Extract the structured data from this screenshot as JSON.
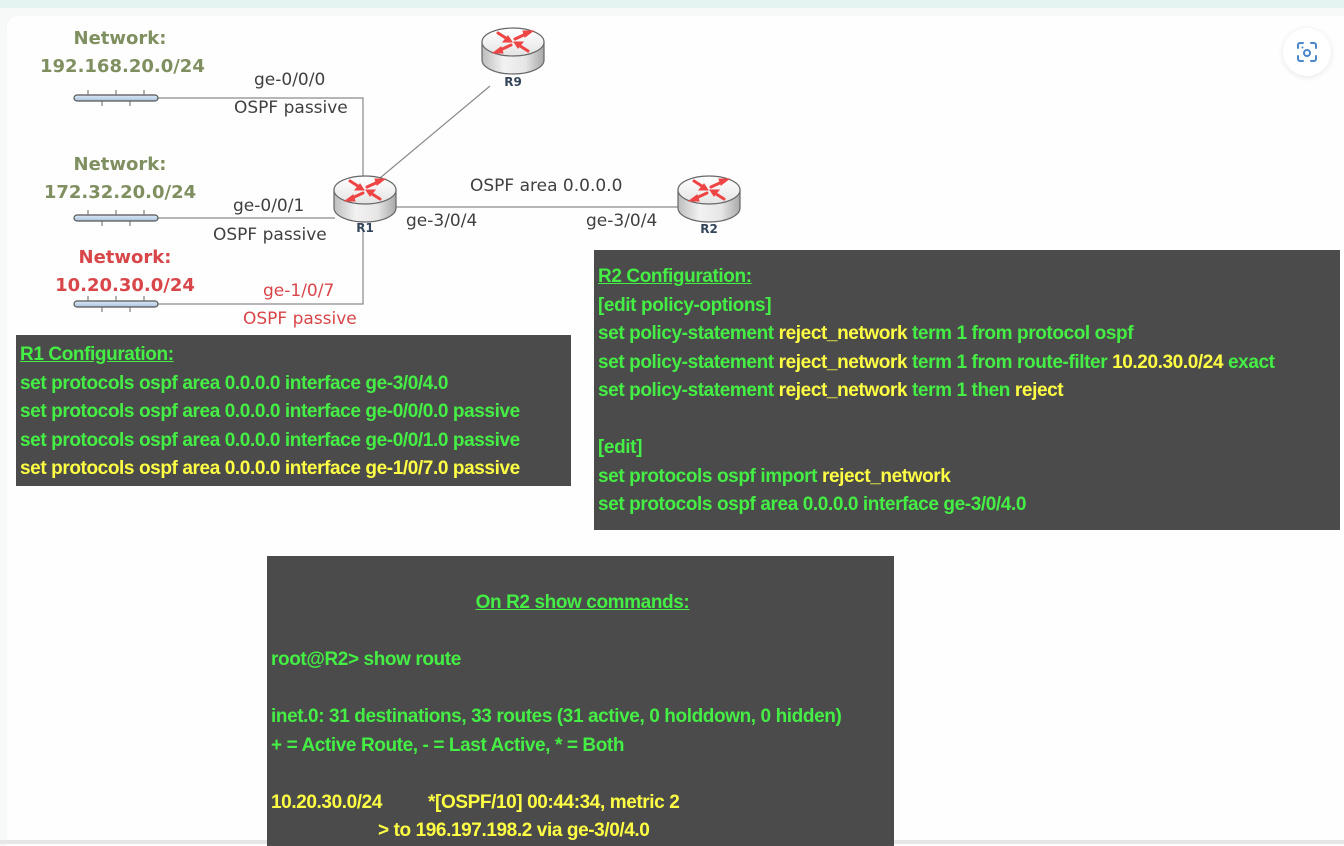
{
  "networks": [
    {
      "title": "Network:",
      "prefix": "192.168.20.0/24",
      "interface": "ge-0/0/0",
      "mode": "OSPF passive",
      "highlight": false
    },
    {
      "title": "Network:",
      "prefix": "172.32.20.0/24",
      "interface": "ge-0/0/1",
      "mode": "OSPF passive",
      "highlight": false
    },
    {
      "title": "Network:",
      "prefix": "10.20.30.0/24",
      "interface": "ge-1/0/7",
      "mode": "OSPF passive",
      "highlight": true
    }
  ],
  "routers": {
    "r1": "R1",
    "r2": "R2",
    "r9": "R9"
  },
  "link": {
    "area_label": "OSPF area 0.0.0.0",
    "r1_interface": "ge-3/0/4",
    "r2_interface": "ge-3/0/4"
  },
  "colors": {
    "network_text": "#7f8f5f",
    "highlight_red": "#d9464a",
    "console_bg": "#4b4b4b",
    "console_green": "#44ee44",
    "console_yellow": "#ffff44"
  },
  "r1_config": {
    "title": "R1 Configuration:",
    "lines": [
      "set protocols ospf area 0.0.0.0 interface ge-3/0/4.0",
      "set protocols ospf area 0.0.0.0 interface ge-0/0/0.0 passive",
      "set protocols ospf area 0.0.0.0 interface ge-0/0/1.0 passive",
      "set protocols ospf area 0.0.0.0 interface ge-1/0/7.0 passive"
    ]
  },
  "r2_config": {
    "title": "R2 Configuration:",
    "edit_policy": "[edit policy-options]",
    "policy_lines": [
      {
        "a": "set policy-statement ",
        "b": "reject_network",
        "c": " term  1 from  protocol ospf",
        "d": "",
        "e": ""
      },
      {
        "a": "set policy-statement ",
        "b": "reject_network",
        "c": " term  1 from  route-filter ",
        "d": "10.20.30.0/24",
        "e": " exact"
      },
      {
        "a": "set policy-statement ",
        "b": "reject_network",
        "c": " term  1 then  ",
        "d": "reject",
        "e": ""
      }
    ],
    "edit": "[edit]",
    "import_prefix": "set protocols ospf import ",
    "import_policy": "reject_network",
    "area_line": "set protocols ospf area 0.0.0.0 interface ge-3/0/4.0"
  },
  "show": {
    "title": "On R2 show commands:",
    "prompt": "root@R2> show route",
    "summary": "inet.0: 31 destinations, 33 routes (31 active, 0 holddown, 0 hidden)",
    "legend": "+ = Active Route, - = Last Active, * = Both",
    "route_prefix": "10.20.30.0/24",
    "route_info": "*[OSPF/10] 00:44:34, metric 2",
    "next_hop": "> to 196.197.198.2 via ge-3/0/4.0"
  },
  "toolbar": {
    "scan_icon": "screen-capture-icon"
  }
}
